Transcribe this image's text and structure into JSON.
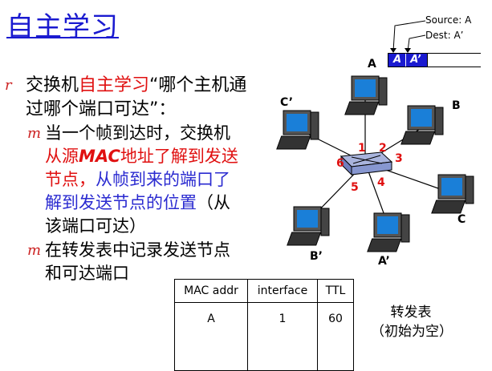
{
  "title": "自主学习",
  "bullet": {
    "p1": "交换机",
    "p2": "自主学习",
    "p3": "“哪个主机通过哪个端口可达”："
  },
  "sub1": {
    "p1": "当一个帧到达时，交换机",
    "p2": "从源",
    "p3": "MAC",
    "p4": "地址了解到发送节点，",
    "p5": "从帧到来的端口了解到发送节点的位置",
    "p6": "（从该端口可达）"
  },
  "sub2": {
    "text": "在转发表中记录发送节点和可达端口"
  },
  "frame": {
    "source_label": "Source: A",
    "dest_label": "Dest: A’",
    "cell_a": "A",
    "cell_b": "A’"
  },
  "hosts": {
    "a": "A",
    "b": "B",
    "c": "C",
    "a_prime": "A’",
    "b_prime": "B’",
    "c_prime": "C’"
  },
  "ports": [
    "1",
    "2",
    "3",
    "4",
    "5",
    "6"
  ],
  "table": {
    "headers": [
      "MAC addr",
      "interface",
      "TTL"
    ],
    "row": [
      "A",
      "1",
      "60"
    ]
  },
  "caption": {
    "line1": "转发表",
    "line2": "（初始为空）"
  }
}
